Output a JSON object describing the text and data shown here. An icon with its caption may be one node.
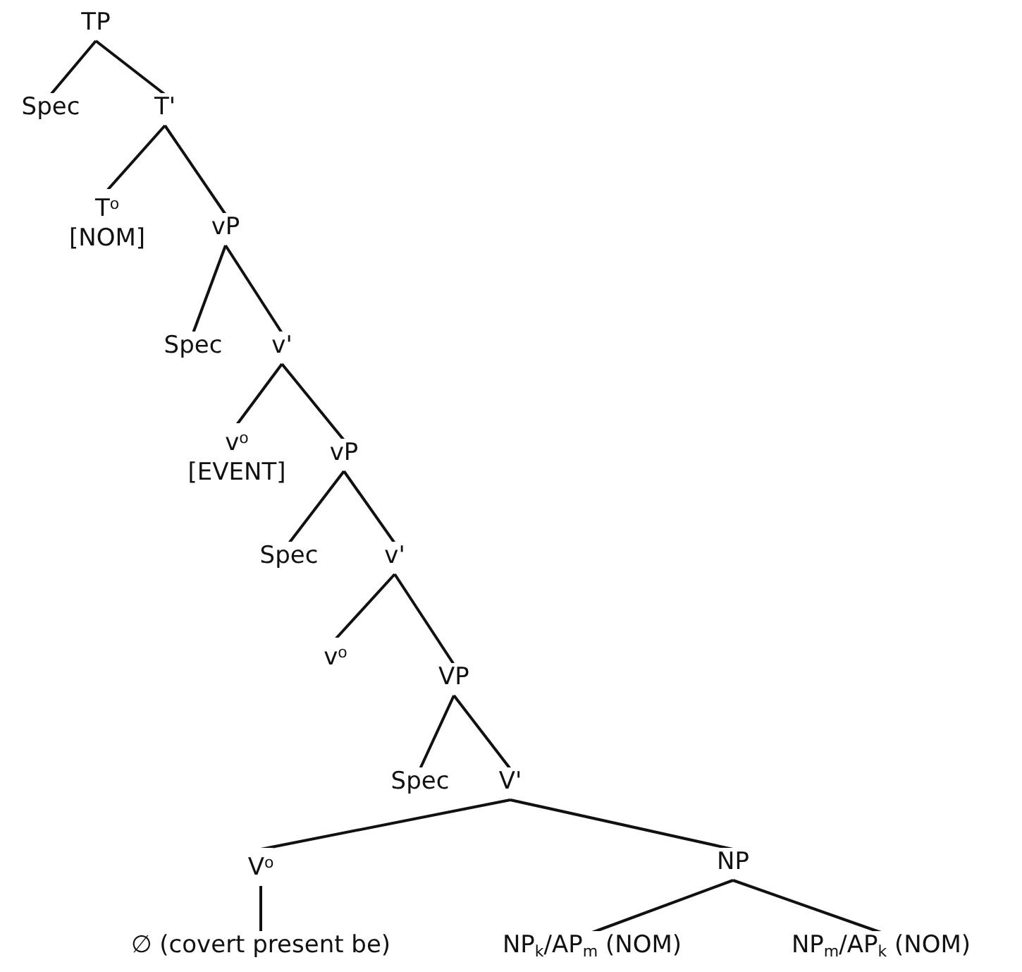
{
  "diagram": {
    "nodes": [
      {
        "text": [
          "TP"
        ]
      },
      {
        "text": [
          "Spec"
        ]
      },
      {
        "text": [
          "T'"
        ]
      },
      {
        "text": [
          "T$^{o}$",
          "[NOM]"
        ]
      },
      {
        "text": [
          "vP"
        ]
      },
      {
        "text": [
          "Spec"
        ]
      },
      {
        "text": [
          "v'"
        ]
      },
      {
        "text": [
          "v$^{o}$",
          "[EVENT]"
        ]
      },
      {
        "text": [
          "vP"
        ]
      },
      {
        "text": [
          "Spec"
        ]
      },
      {
        "text": [
          "v'"
        ]
      },
      {
        "text": [
          "v$^{o}$"
        ]
      },
      {
        "text": [
          "VP"
        ]
      },
      {
        "text": [
          "Spec"
        ]
      },
      {
        "text": [
          "V'"
        ]
      },
      {
        "text": [
          "V$^{o}$"
        ]
      },
      {
        "text": [
          "NP"
        ]
      },
      {
        "text": [
          "∅ (covert present be)"
        ]
      },
      {
        "text": [
          "NP$_{k}$/AP$_{m}$ (NOM)"
        ]
      },
      {
        "text": [
          "NP$_{m}$/AP$_{k}$ (NOM)"
        ]
      }
    ],
    "edges": [
      {
        "from": 0,
        "to": 1,
        "arrow": "none"
      },
      {
        "from": 0,
        "to": 2,
        "arrow": "none"
      },
      {
        "from": 2,
        "to": 3,
        "arrow": "none"
      },
      {
        "from": 2,
        "to": 4,
        "arrow": "none"
      },
      {
        "from": 4,
        "to": 5,
        "arrow": "none"
      },
      {
        "from": 4,
        "to": 6,
        "arrow": "none"
      },
      {
        "from": 6,
        "to": 7,
        "arrow": "none"
      },
      {
        "from": 6,
        "to": 8,
        "arrow": "none"
      },
      {
        "from": 8,
        "to": 9,
        "arrow": "none"
      },
      {
        "from": 8,
        "to": 10,
        "arrow": "none"
      },
      {
        "from": 10,
        "to": 11,
        "arrow": "none"
      },
      {
        "from": 10,
        "to": 12,
        "arrow": "none"
      },
      {
        "from": 12,
        "to": 13,
        "arrow": "none"
      },
      {
        "from": 12,
        "to": 14,
        "arrow": "none"
      },
      {
        "from": 14,
        "to": 15,
        "arrow": "none"
      },
      {
        "from": 14,
        "to": 16,
        "arrow": "none"
      },
      {
        "from": 15,
        "to": 17,
        "arrow": "none"
      },
      {
        "from": 16,
        "to": 18,
        "arrow": "none"
      },
      {
        "from": 16,
        "to": 19,
        "arrow": "none"
      }
    ]
  }
}
